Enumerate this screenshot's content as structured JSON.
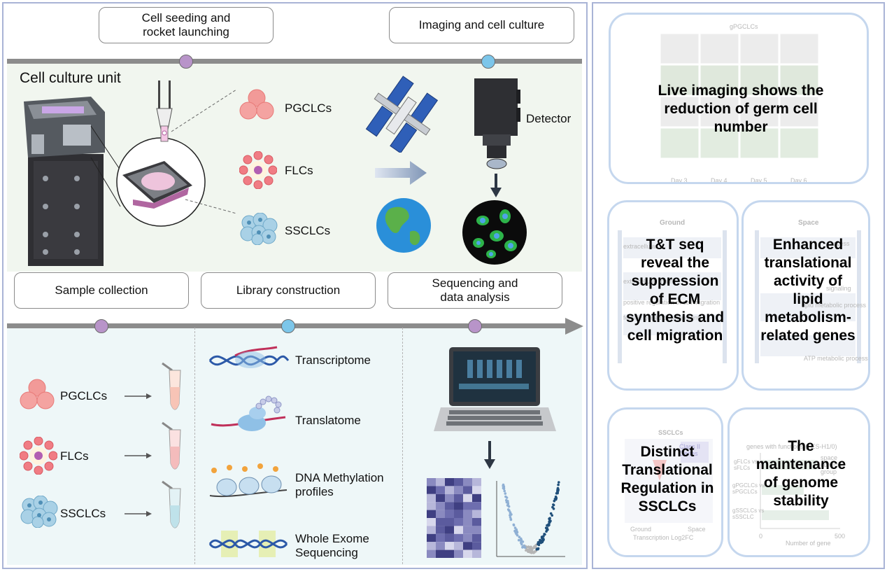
{
  "timeline_top": {
    "step1": "Cell seeding and\nrocket launching",
    "step2": "Imaging and cell culture"
  },
  "cell_culture_unit": "Cell culture unit",
  "cell_types": [
    "PGCLCs",
    "FLCs",
    "SSCLCs"
  ],
  "detector": "Detector",
  "timeline_bottom": {
    "step1": "Sample collection",
    "step2": "Library construction",
    "step3": "Sequencing and\ndata analysis"
  },
  "library": [
    "Transcriptome",
    "Translatome",
    "DNA Methylation\nprofiles",
    "Whole Exome\nSequencing"
  ],
  "findings": {
    "live_imaging": "Live imaging shows the\nreduction of germ cell\nnumber",
    "ecm": "T&T seq\nreveal the\nsuppression\nof ECM\nsynthesis and\ncell migration",
    "lipid": "Enhanced\ntranslational\nactivity of\nlipid\nmetabolism-\nrelated genes",
    "ssclc": "Distinct\nTranslational\nRegulation in\nSSCLCs",
    "genome": "The\nmaintenance\nof genome\nstability"
  },
  "faded_text": {
    "gpgclcs": "gPGCLCs",
    "days": [
      "Day 3",
      "Day 4",
      "Day 5",
      "Day 6"
    ],
    "ground": "Ground",
    "space": "Space",
    "ground_terms": [
      "extracellular",
      "extracellular matrix",
      "positive regulation of cell migration",
      "female gonad development"
    ],
    "space_terms": [
      "process",
      "signaling",
      "lipid metabolic process",
      "ATP metabolic process"
    ],
    "ssclcs": "SSCLCs",
    "class_ii": "Class II\nGenes",
    "ground_label": "Ground",
    "space_label": "Space",
    "transcription": "Transcription Log2FC",
    "genes_with": "genes with functions (- ES-H1/0)",
    "legend": [
      "space",
      "common",
      "group"
    ],
    "rows": [
      "gFLCs vs\nsFLCs",
      "gPGCLCs vs\nsPGCLCs",
      "gSSCLCs vs\nsSSCLC"
    ],
    "xaxis": [
      "0",
      "500"
    ],
    "number_of_gene": "Number of gene"
  },
  "colors": {
    "purple_dot": "#b894c9",
    "blue_dot": "#7cc6ea",
    "card_border": "#c5d7ee",
    "panel_border": "#a9b4d6"
  }
}
